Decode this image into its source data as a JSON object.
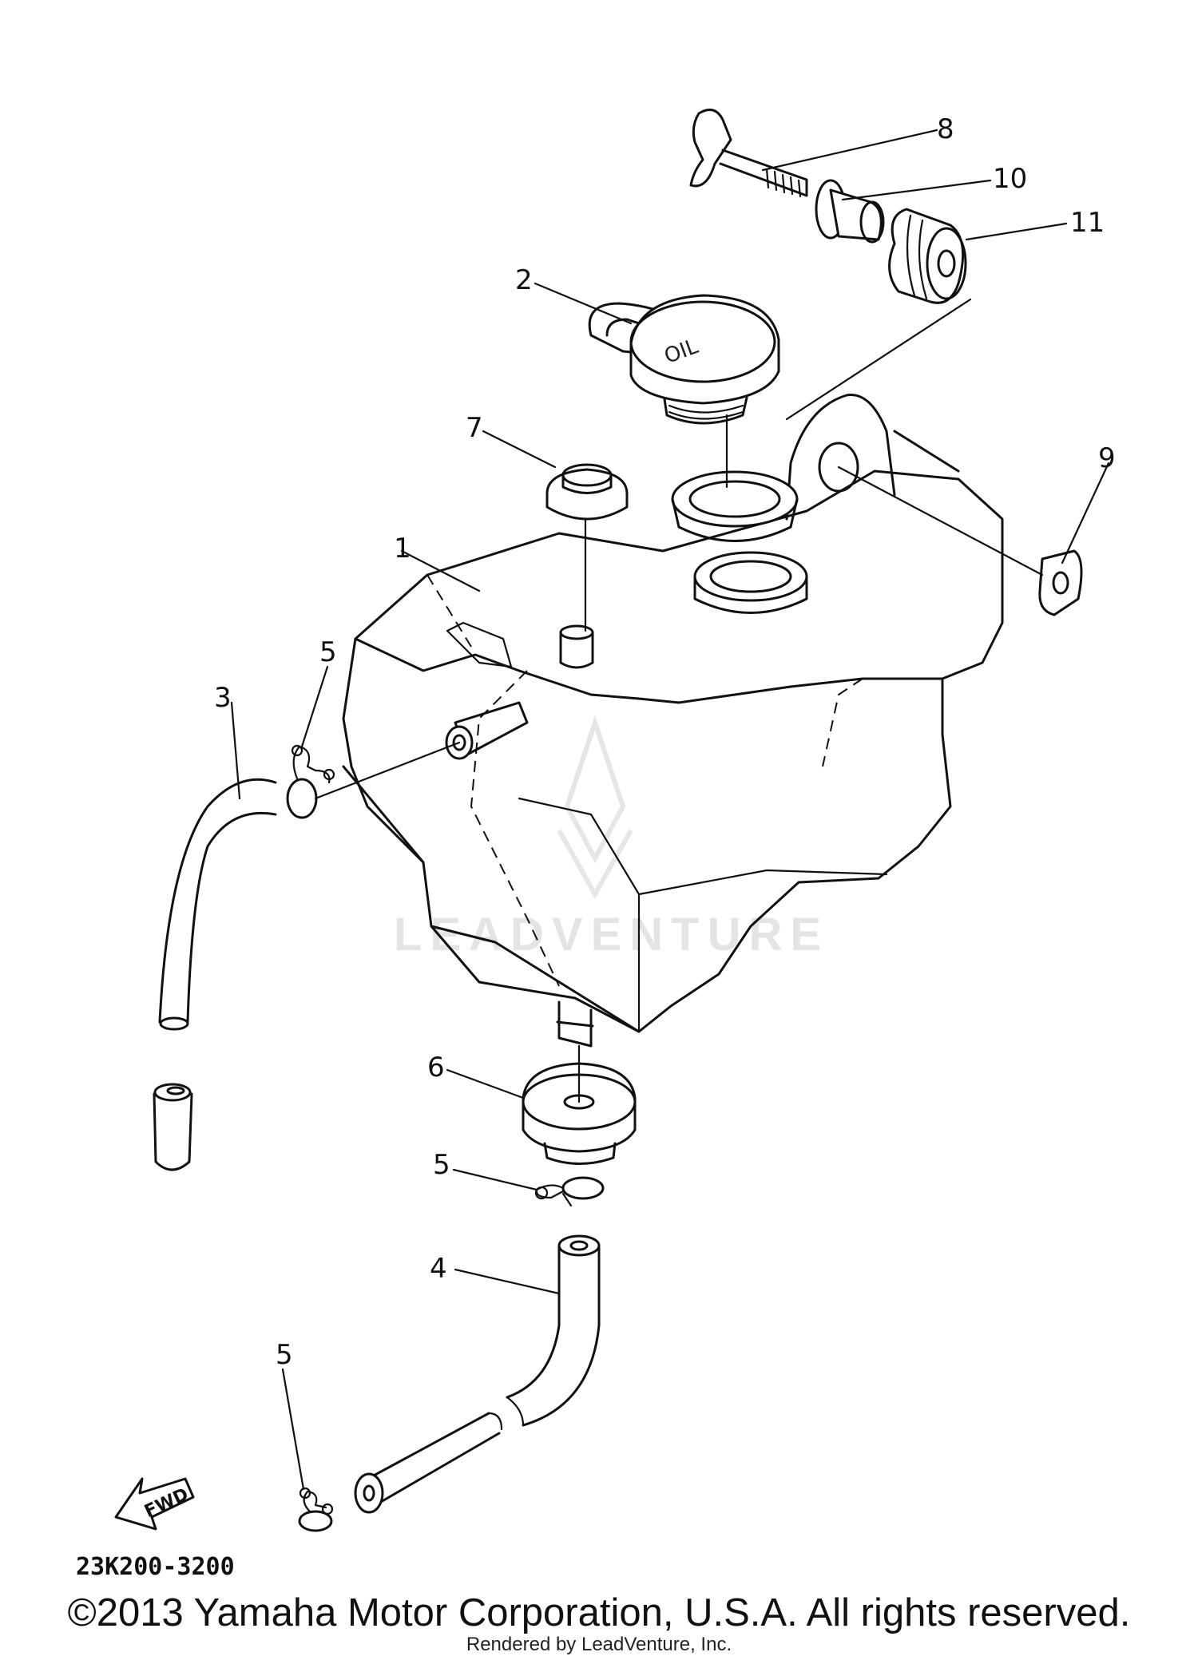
{
  "diagram": {
    "part_number": "23K200-3200",
    "fwd_label": "FWD",
    "cap_marking": "OIL",
    "watermark": "LEADVENTURE",
    "callouts": [
      {
        "id": "c1",
        "label": "1"
      },
      {
        "id": "c2",
        "label": "2"
      },
      {
        "id": "c3",
        "label": "3"
      },
      {
        "id": "c4",
        "label": "4"
      },
      {
        "id": "c5a",
        "label": "5"
      },
      {
        "id": "c5b",
        "label": "5"
      },
      {
        "id": "c5c",
        "label": "5"
      },
      {
        "id": "c6",
        "label": "6"
      },
      {
        "id": "c7",
        "label": "7"
      },
      {
        "id": "c8",
        "label": "8"
      },
      {
        "id": "c9",
        "label": "9"
      },
      {
        "id": "c10",
        "label": "10"
      },
      {
        "id": "c11",
        "label": "11"
      }
    ]
  },
  "footer": {
    "copyright": "©2013 Yamaha Motor Corporation, U.S.A. All rights reserved.",
    "rendered_by": "Rendered by LeadVenture, Inc."
  }
}
